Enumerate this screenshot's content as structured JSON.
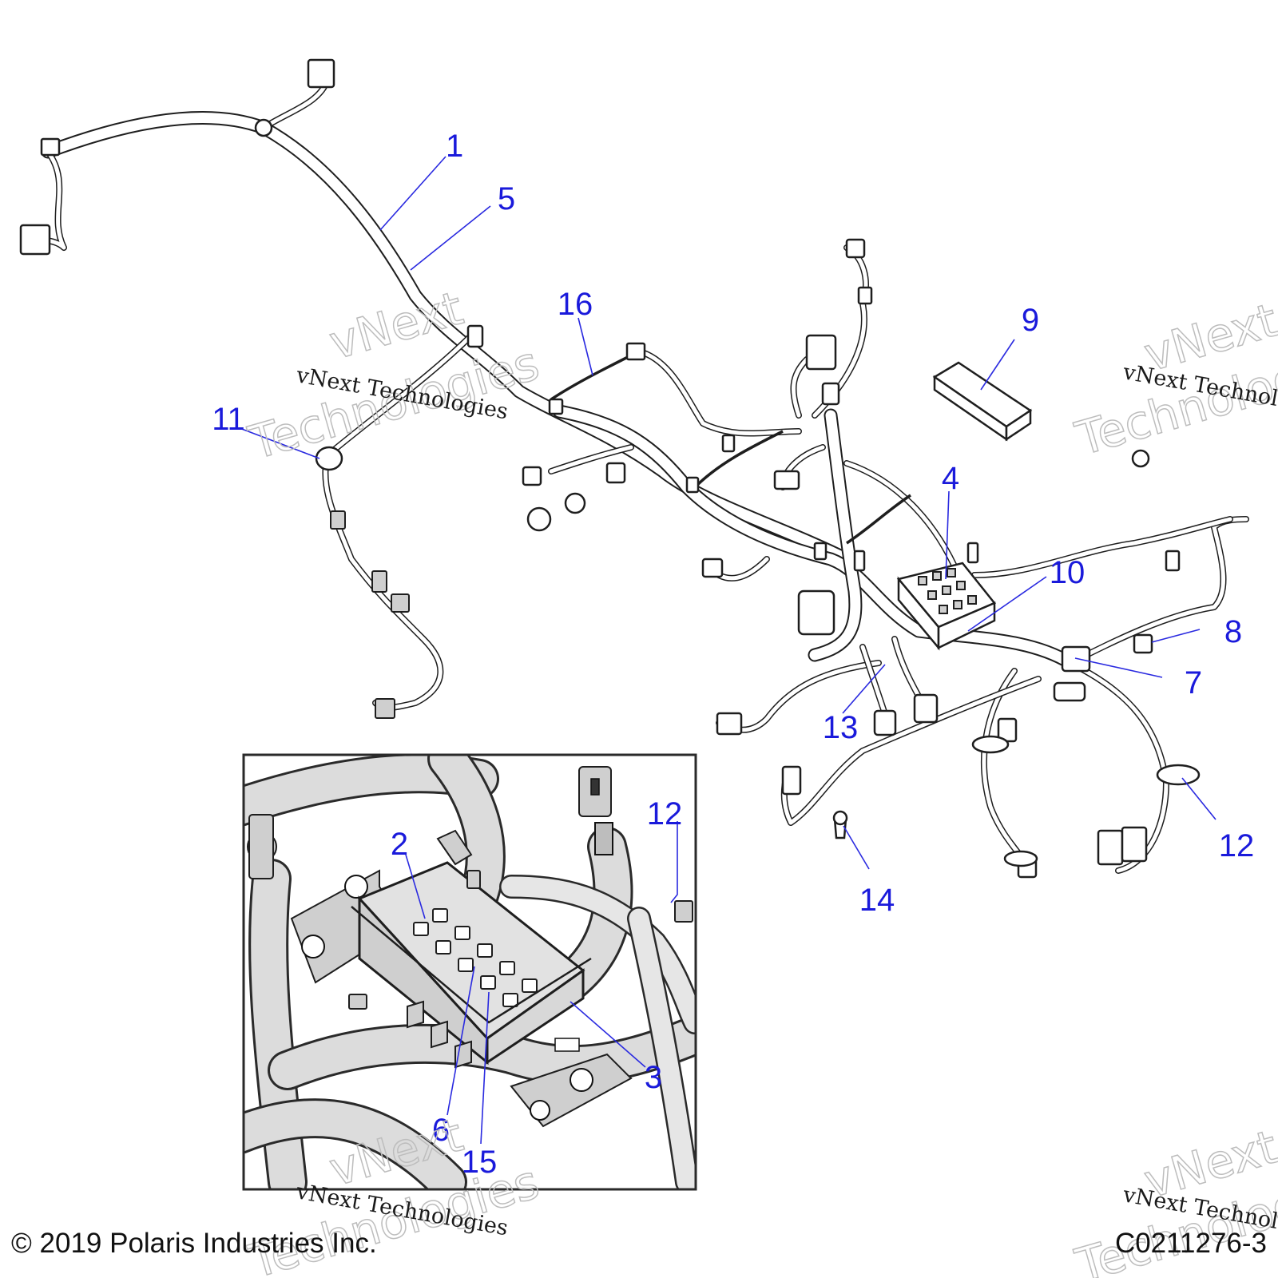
{
  "callouts": [
    {
      "id": "1",
      "label": "1"
    },
    {
      "id": "2",
      "label": "2"
    },
    {
      "id": "3",
      "label": "3"
    },
    {
      "id": "4",
      "label": "4"
    },
    {
      "id": "5",
      "label": "5"
    },
    {
      "id": "6",
      "label": "6"
    },
    {
      "id": "7",
      "label": "7"
    },
    {
      "id": "8",
      "label": "8"
    },
    {
      "id": "9",
      "label": "9"
    },
    {
      "id": "10",
      "label": "10"
    },
    {
      "id": "11",
      "label": "11"
    },
    {
      "id": "12a",
      "label": "12"
    },
    {
      "id": "12b",
      "label": "12"
    },
    {
      "id": "13",
      "label": "13"
    },
    {
      "id": "14",
      "label": "14"
    },
    {
      "id": "15",
      "label": "15"
    },
    {
      "id": "16",
      "label": "16"
    }
  ],
  "watermark": {
    "small": "vNext Technologies",
    "big_top": "vNext",
    "big_bottom": "Technologies"
  },
  "footer": {
    "copyright": "© 2019 Polaris Industries Inc.",
    "code": "C0211276-3"
  },
  "colors": {
    "callout": "#1a1adb",
    "leader": "#2a2ae0",
    "line": "#1e1e1e",
    "inset_fill": "#dcdcdc"
  }
}
